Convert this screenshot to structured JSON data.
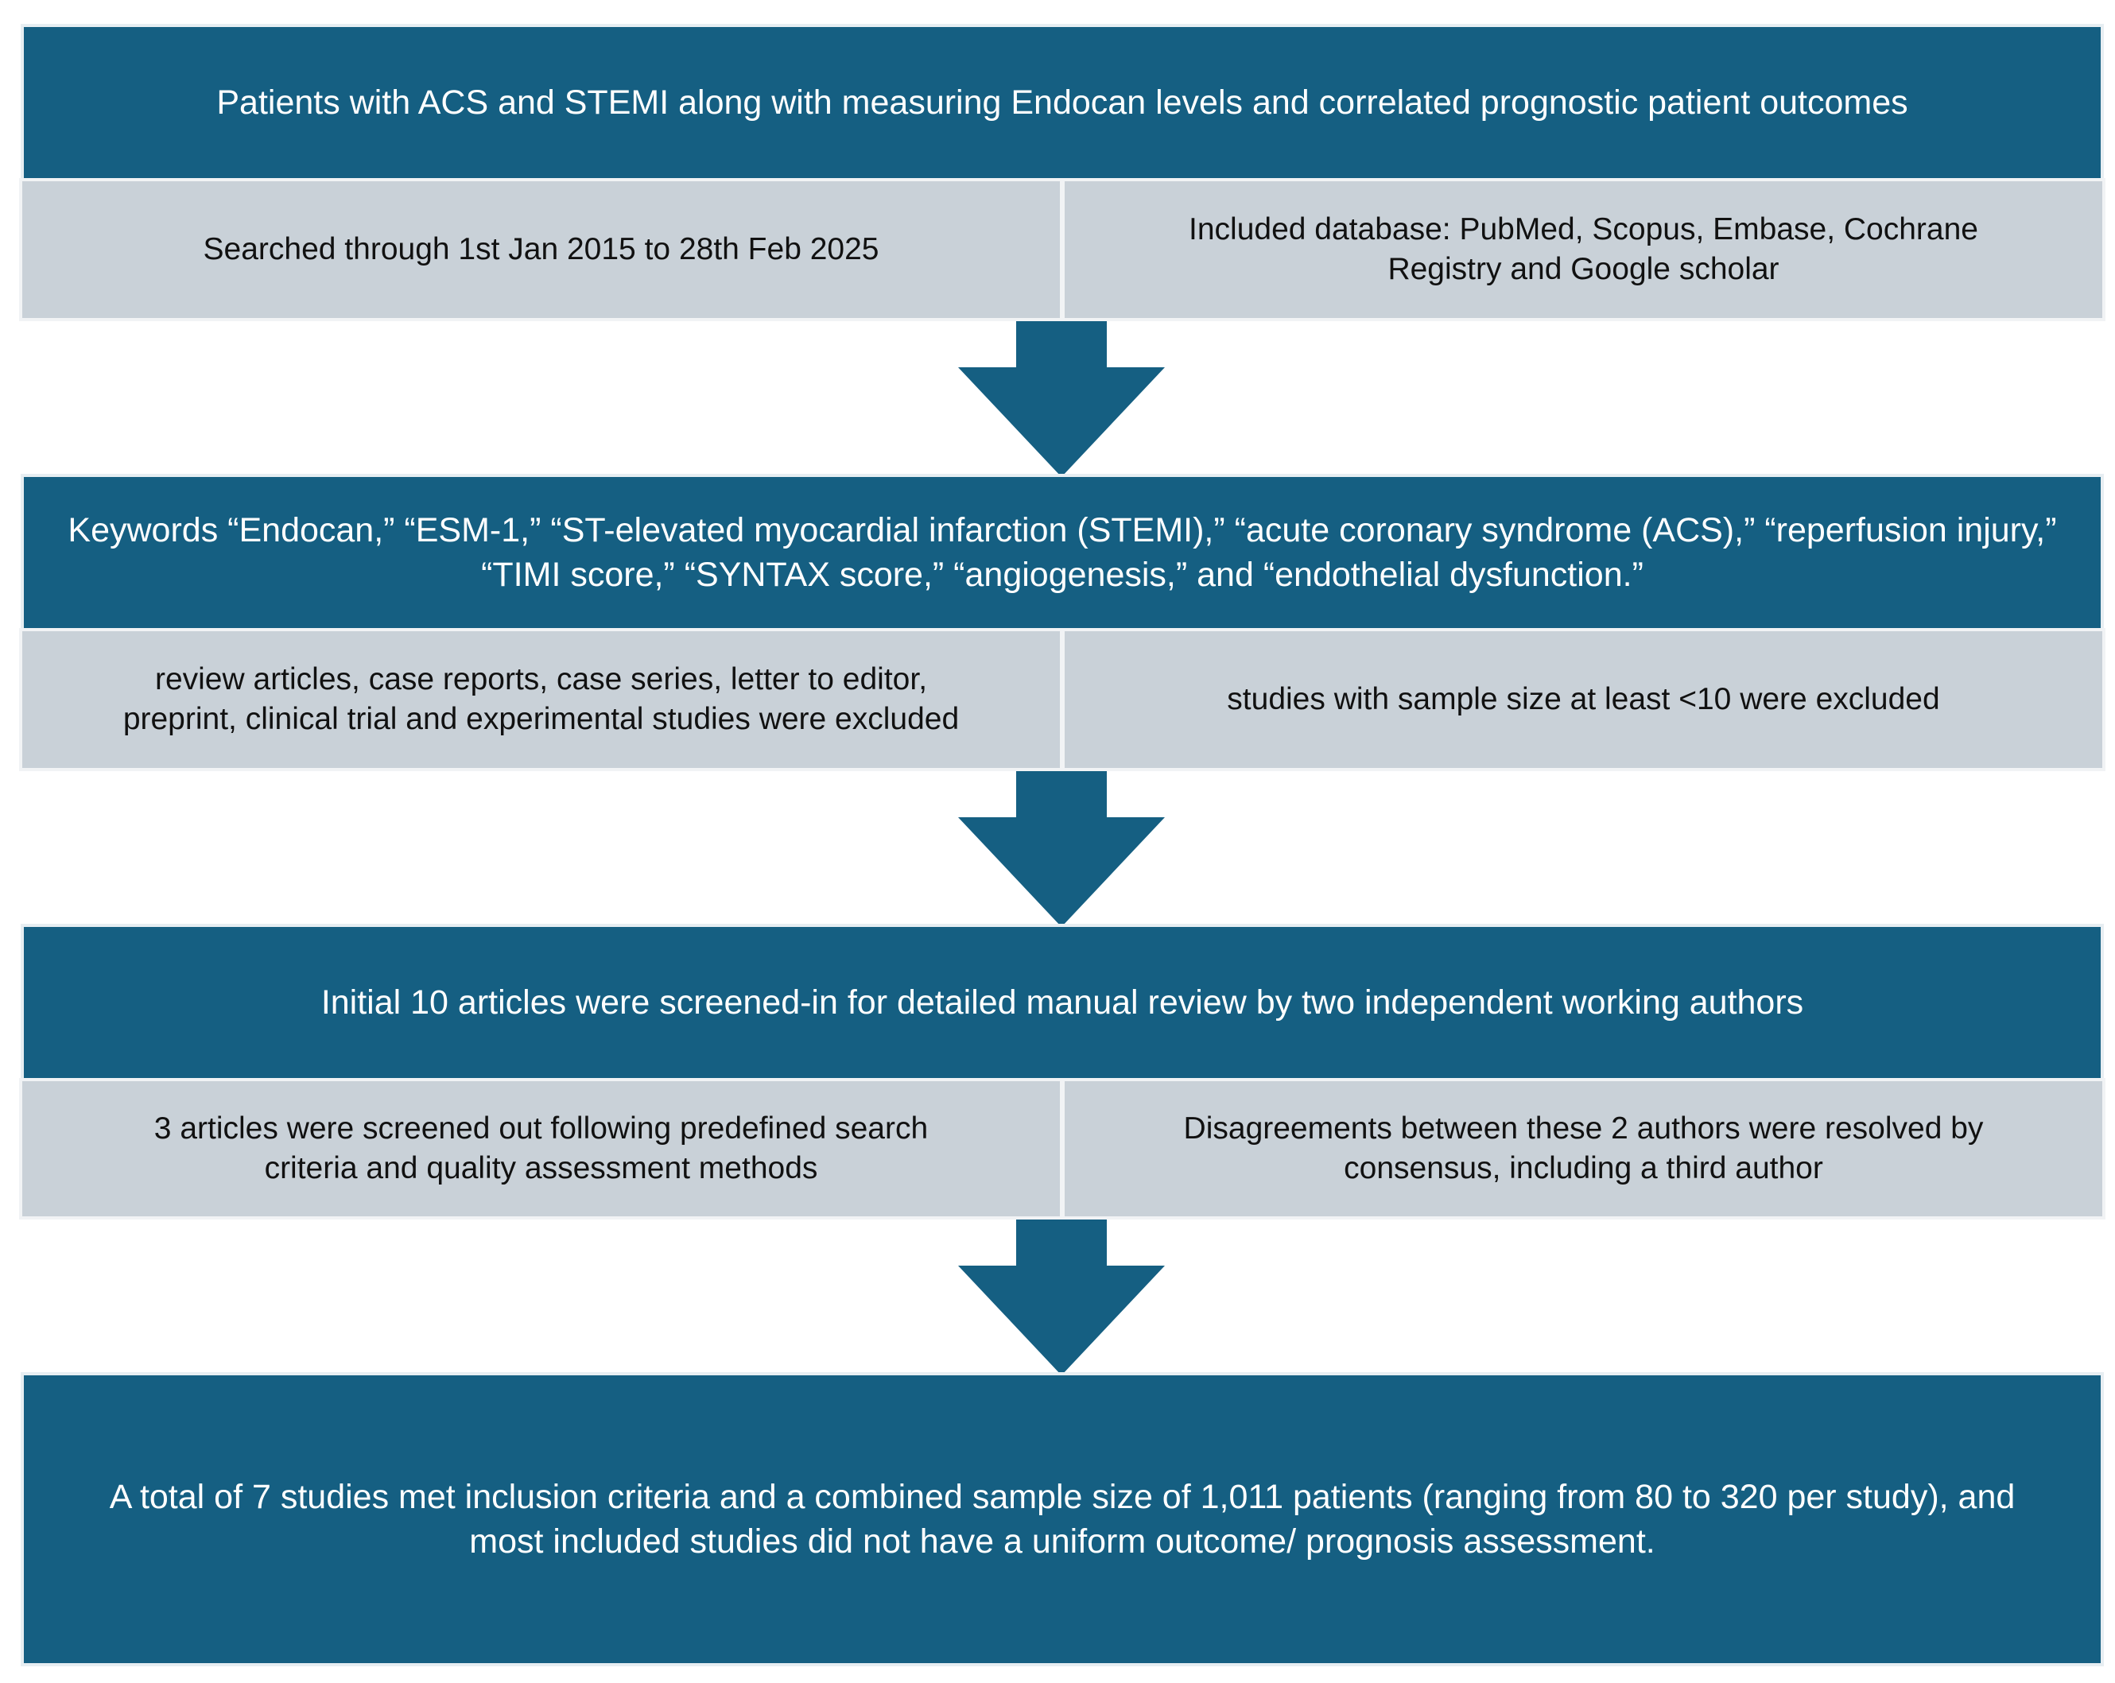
{
  "colors": {
    "band": "#155f82",
    "cell": "#c9d1d8",
    "band_text": "#ffffff",
    "cell_text": "#111111"
  },
  "steps": [
    {
      "title": "Patients with ACS and STEMI along with measuring Endocan levels and correlated prognostic patient outcomes",
      "left": "Searched through 1st Jan 2015 to 28th Feb 2025",
      "right": "Included database:  PubMed, Scopus, Embase, Cochrane\nRegistry and Google scholar"
    },
    {
      "title": "Keywords “Endocan,” “ESM-1,” “ST-elevated myocardial infarction (STEMI),” “acute coronary syndrome (ACS),” “reperfusion injury,” “TIMI score,” “SYNTAX score,” “angiogenesis,” and “endothelial dysfunction.”",
      "left": "review articles, case reports, case series, letter to editor,\npreprint, clinical trial and experimental studies were excluded",
      "right": "studies with sample size at least  <10 were excluded"
    },
    {
      "title": "Initial 10 articles were screened-in  for detailed manual review by two independent working authors",
      "left": "3 articles were screened out following predefined search\ncriteria and quality assessment methods",
      "right": "Disagreements between these 2 authors were resolved by\nconsensus, including a third author"
    }
  ],
  "final": "A total of 7 studies met inclusion criteria and a combined sample size of 1,011 patients (ranging from 80 to 320 per study), and most included studies did not have a uniform outcome/ prognosis assessment.",
  "arrow_icon": "down-arrow-icon"
}
